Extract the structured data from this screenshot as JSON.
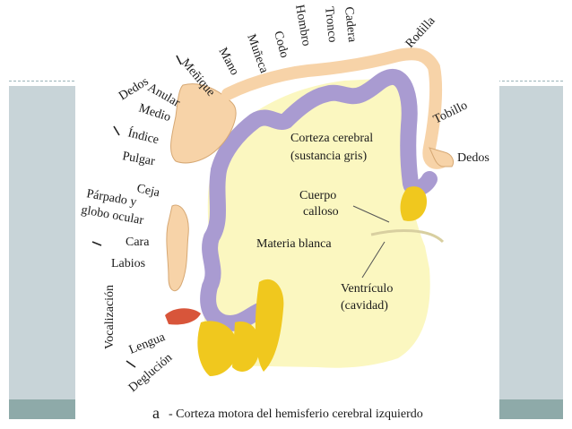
{
  "labels": {
    "dedos_mano": "Dedos",
    "menique": "Meñique",
    "anular": "Anular",
    "medio": "Medio",
    "indice": "Índice",
    "pulgar": "Pulgar",
    "mano": "Mano",
    "muneca": "Muñeca",
    "codo": "Codo",
    "hombro": "Hombro",
    "tronco": "Tronco",
    "cadera": "Cadera",
    "rodilla": "Rodilla",
    "tobillo": "Tobillo",
    "dedos_pie": "Dedos",
    "ceja": "Ceja",
    "parpado_1": "Párpado y",
    "parpado_2": "globo ocular",
    "cara": "Cara",
    "labios": "Labios",
    "vocalizacion": "Vocalización",
    "lengua": "Lengua",
    "deglucion": "Deglución",
    "corteza_1": "Corteza cerebral",
    "corteza_2": "(sustancia gris)",
    "cuerpo_1": "Cuerpo",
    "cuerpo_2": "calloso",
    "materia": "Materia blanca",
    "ventriculo_1": "Ventrículo",
    "ventriculo_2": "(cavidad)"
  },
  "caption": {
    "letter": "a",
    "text": "- Corteza motora del hemisferio cerebral izquierdo"
  },
  "colors": {
    "cortex": "#a99bd1",
    "white_matter": "#fbf7c0",
    "yellow": "#f0c81e",
    "skin": "#f7d3a8",
    "tongue": "#d8553a",
    "band_light": "#c8d4d8",
    "band_dark": "#8eaaa9"
  }
}
